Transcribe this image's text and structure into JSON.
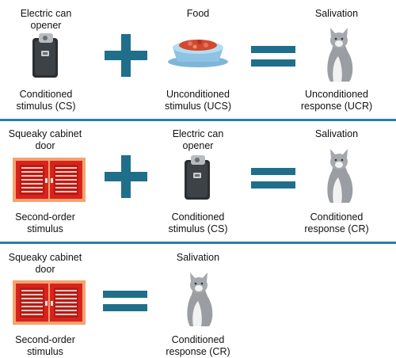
{
  "colors": {
    "accent": "#1f6f8b",
    "divider": "#2a7fa6",
    "door_red": "#d8231d",
    "door_frame": "#f3a46f",
    "bowl_blue": "#8fc3e3",
    "opener_dark": "#2b2f33",
    "cat_gray": "#9a9da1"
  },
  "panels": [
    {
      "stimulus_a_top": "Electric can opener",
      "stimulus_a_bottom_1": "Conditioned",
      "stimulus_a_bottom_2": "stimulus (CS)",
      "stimulus_b_top": "Food",
      "stimulus_b_bottom_1": "Unconditioned",
      "stimulus_b_bottom_2": "stimulus (UCS)",
      "response_top": "Salivation",
      "response_bottom_1": "Unconditioned",
      "response_bottom_2": "response (UCR)",
      "icon_a": "can-opener-icon",
      "icon_b": "food-bowl-icon",
      "icon_r": "cat-icon"
    },
    {
      "stimulus_a_top_1": "Squeaky cabinet",
      "stimulus_a_top_2": "door",
      "stimulus_a_bottom_1": "Second-order",
      "stimulus_a_bottom_2": "stimulus",
      "stimulus_b_top_1": "Electric can",
      "stimulus_b_top_2": "opener",
      "stimulus_b_bottom_1": "Conditioned",
      "stimulus_b_bottom_2": "stimulus (CS)",
      "response_top": "Salivation",
      "response_bottom_1": "Conditioned",
      "response_bottom_2": "response (CR)",
      "icon_a": "cabinet-door-icon",
      "icon_b": "can-opener-icon",
      "icon_r": "cat-icon"
    },
    {
      "stimulus_a_top_1": "Squeaky cabinet",
      "stimulus_a_top_2": "door",
      "stimulus_a_bottom_1": "Second-order",
      "stimulus_a_bottom_2": "stimulus",
      "response_top": "Salivation",
      "response_bottom_1": "Conditioned",
      "response_bottom_2": "response (CR)",
      "icon_a": "cabinet-door-icon",
      "icon_r": "cat-icon"
    }
  ],
  "operators": {
    "plus": "plus-icon",
    "equals": "equals-icon"
  }
}
